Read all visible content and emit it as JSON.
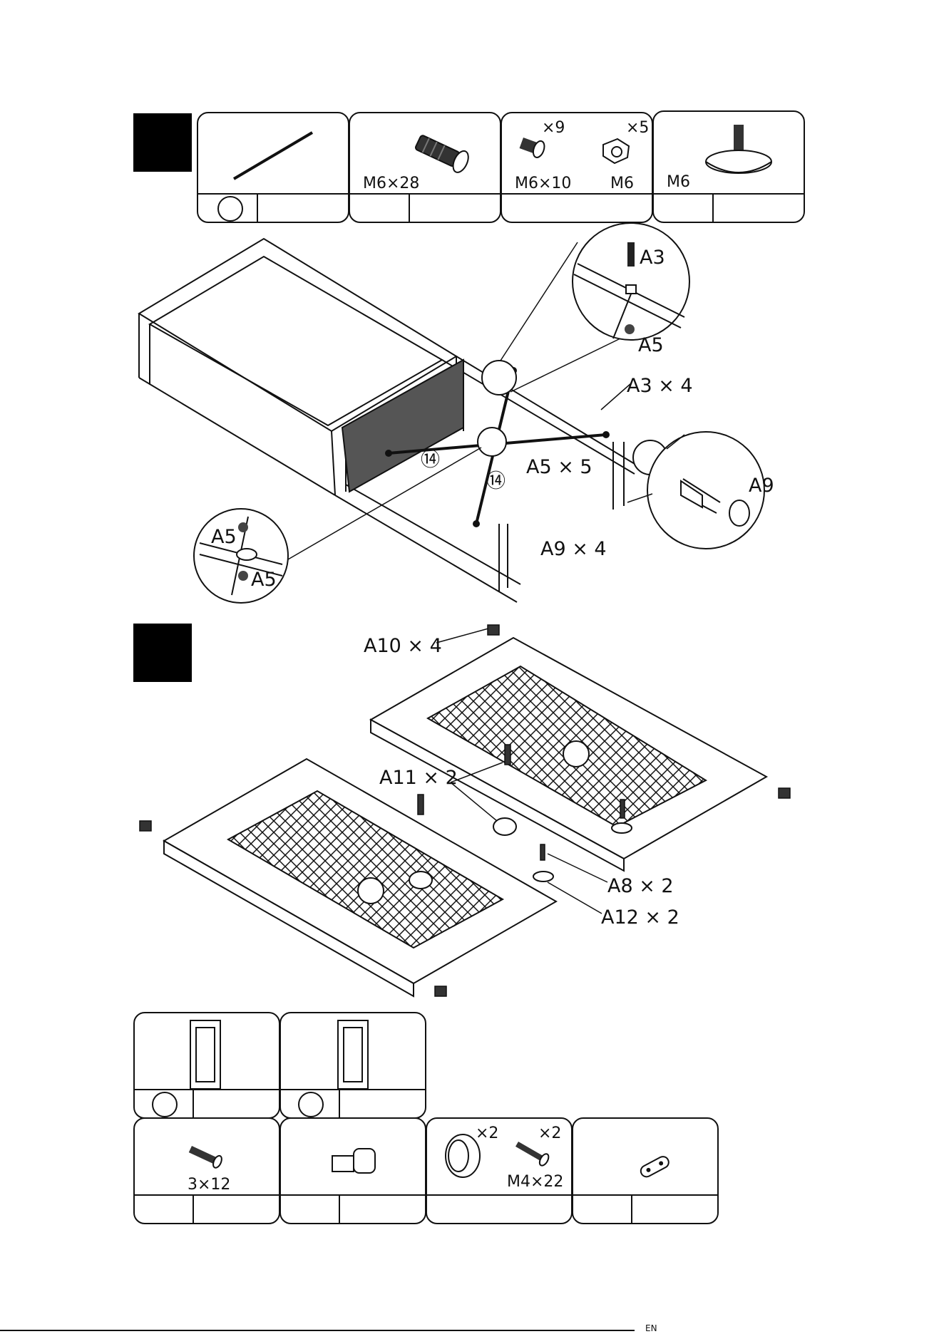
{
  "steps": [
    {
      "hardware": [
        {
          "id": "14",
          "qty": "",
          "size": ""
        },
        {
          "id": "",
          "qty": "",
          "size": "M6×28"
        },
        {
          "id": "A3",
          "qty": "×9",
          "size": "M6×10"
        },
        {
          "id": "A5",
          "qty": "×5",
          "size": "M6"
        },
        {
          "id": "A9",
          "qty": "",
          "size": "M6"
        }
      ],
      "callouts": {
        "a3": "A3",
        "a5_detail": "A5",
        "a3x4": "A3 × 4",
        "a5x5": "A5 × 5",
        "a9_detail": "A9",
        "a9x4": "A9 × 4",
        "rod_1": "⑭",
        "rod_2": "⑭",
        "a5_left_top": "A5",
        "a5_left_bottom": "A5"
      }
    },
    {
      "callouts": {
        "a10x4": "A10 × 4",
        "a11x2": "A11 × 2",
        "a8x2": "A8 × 2",
        "a12x2": "A12 × 2"
      },
      "hardware": [
        {
          "size": "3×12"
        },
        {
          "size": ""
        },
        {
          "qty_knob": "×2",
          "qty_screw": "×2",
          "size": "M4×22"
        },
        {
          "size": ""
        }
      ]
    }
  ],
  "footer_text": "EN"
}
